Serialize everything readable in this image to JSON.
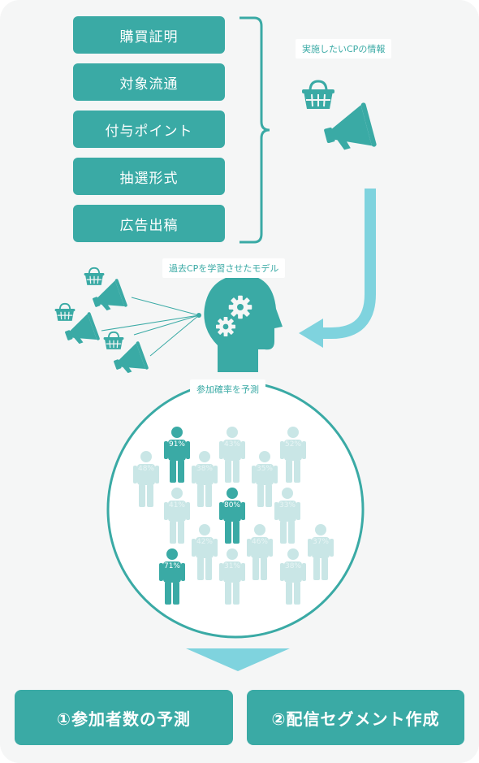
{
  "inputs": [
    "購買証明",
    "対象流通",
    "付与ポイント",
    "抽選形式",
    "広告出稿"
  ],
  "cp_info_label": "実施したいCPの情報",
  "model_label": "過去CPを学習させたモデル",
  "predict_label": "参加確率を予測",
  "people": [
    {
      "pct": "91%",
      "highlight": true
    },
    {
      "pct": "43%",
      "highlight": false
    },
    {
      "pct": "52%",
      "highlight": false
    },
    {
      "pct": "48%",
      "highlight": false
    },
    {
      "pct": "38%",
      "highlight": false
    },
    {
      "pct": "35%",
      "highlight": false
    },
    {
      "pct": "41%",
      "highlight": false
    },
    {
      "pct": "80%",
      "highlight": true
    },
    {
      "pct": "33%",
      "highlight": false
    },
    {
      "pct": "42%",
      "highlight": false
    },
    {
      "pct": "46%",
      "highlight": false
    },
    {
      "pct": "37%",
      "highlight": false
    },
    {
      "pct": "71%",
      "highlight": true
    },
    {
      "pct": "31%",
      "highlight": false
    },
    {
      "pct": "38%",
      "highlight": false
    }
  ],
  "outputs": [
    "①参加者数の予測",
    "②配信セグメント作成"
  ],
  "colors": {
    "accent": "#3aaaa5",
    "light": "#c9e6e6",
    "arrow": "#7fd3de",
    "bg": "#f5f6f6"
  }
}
